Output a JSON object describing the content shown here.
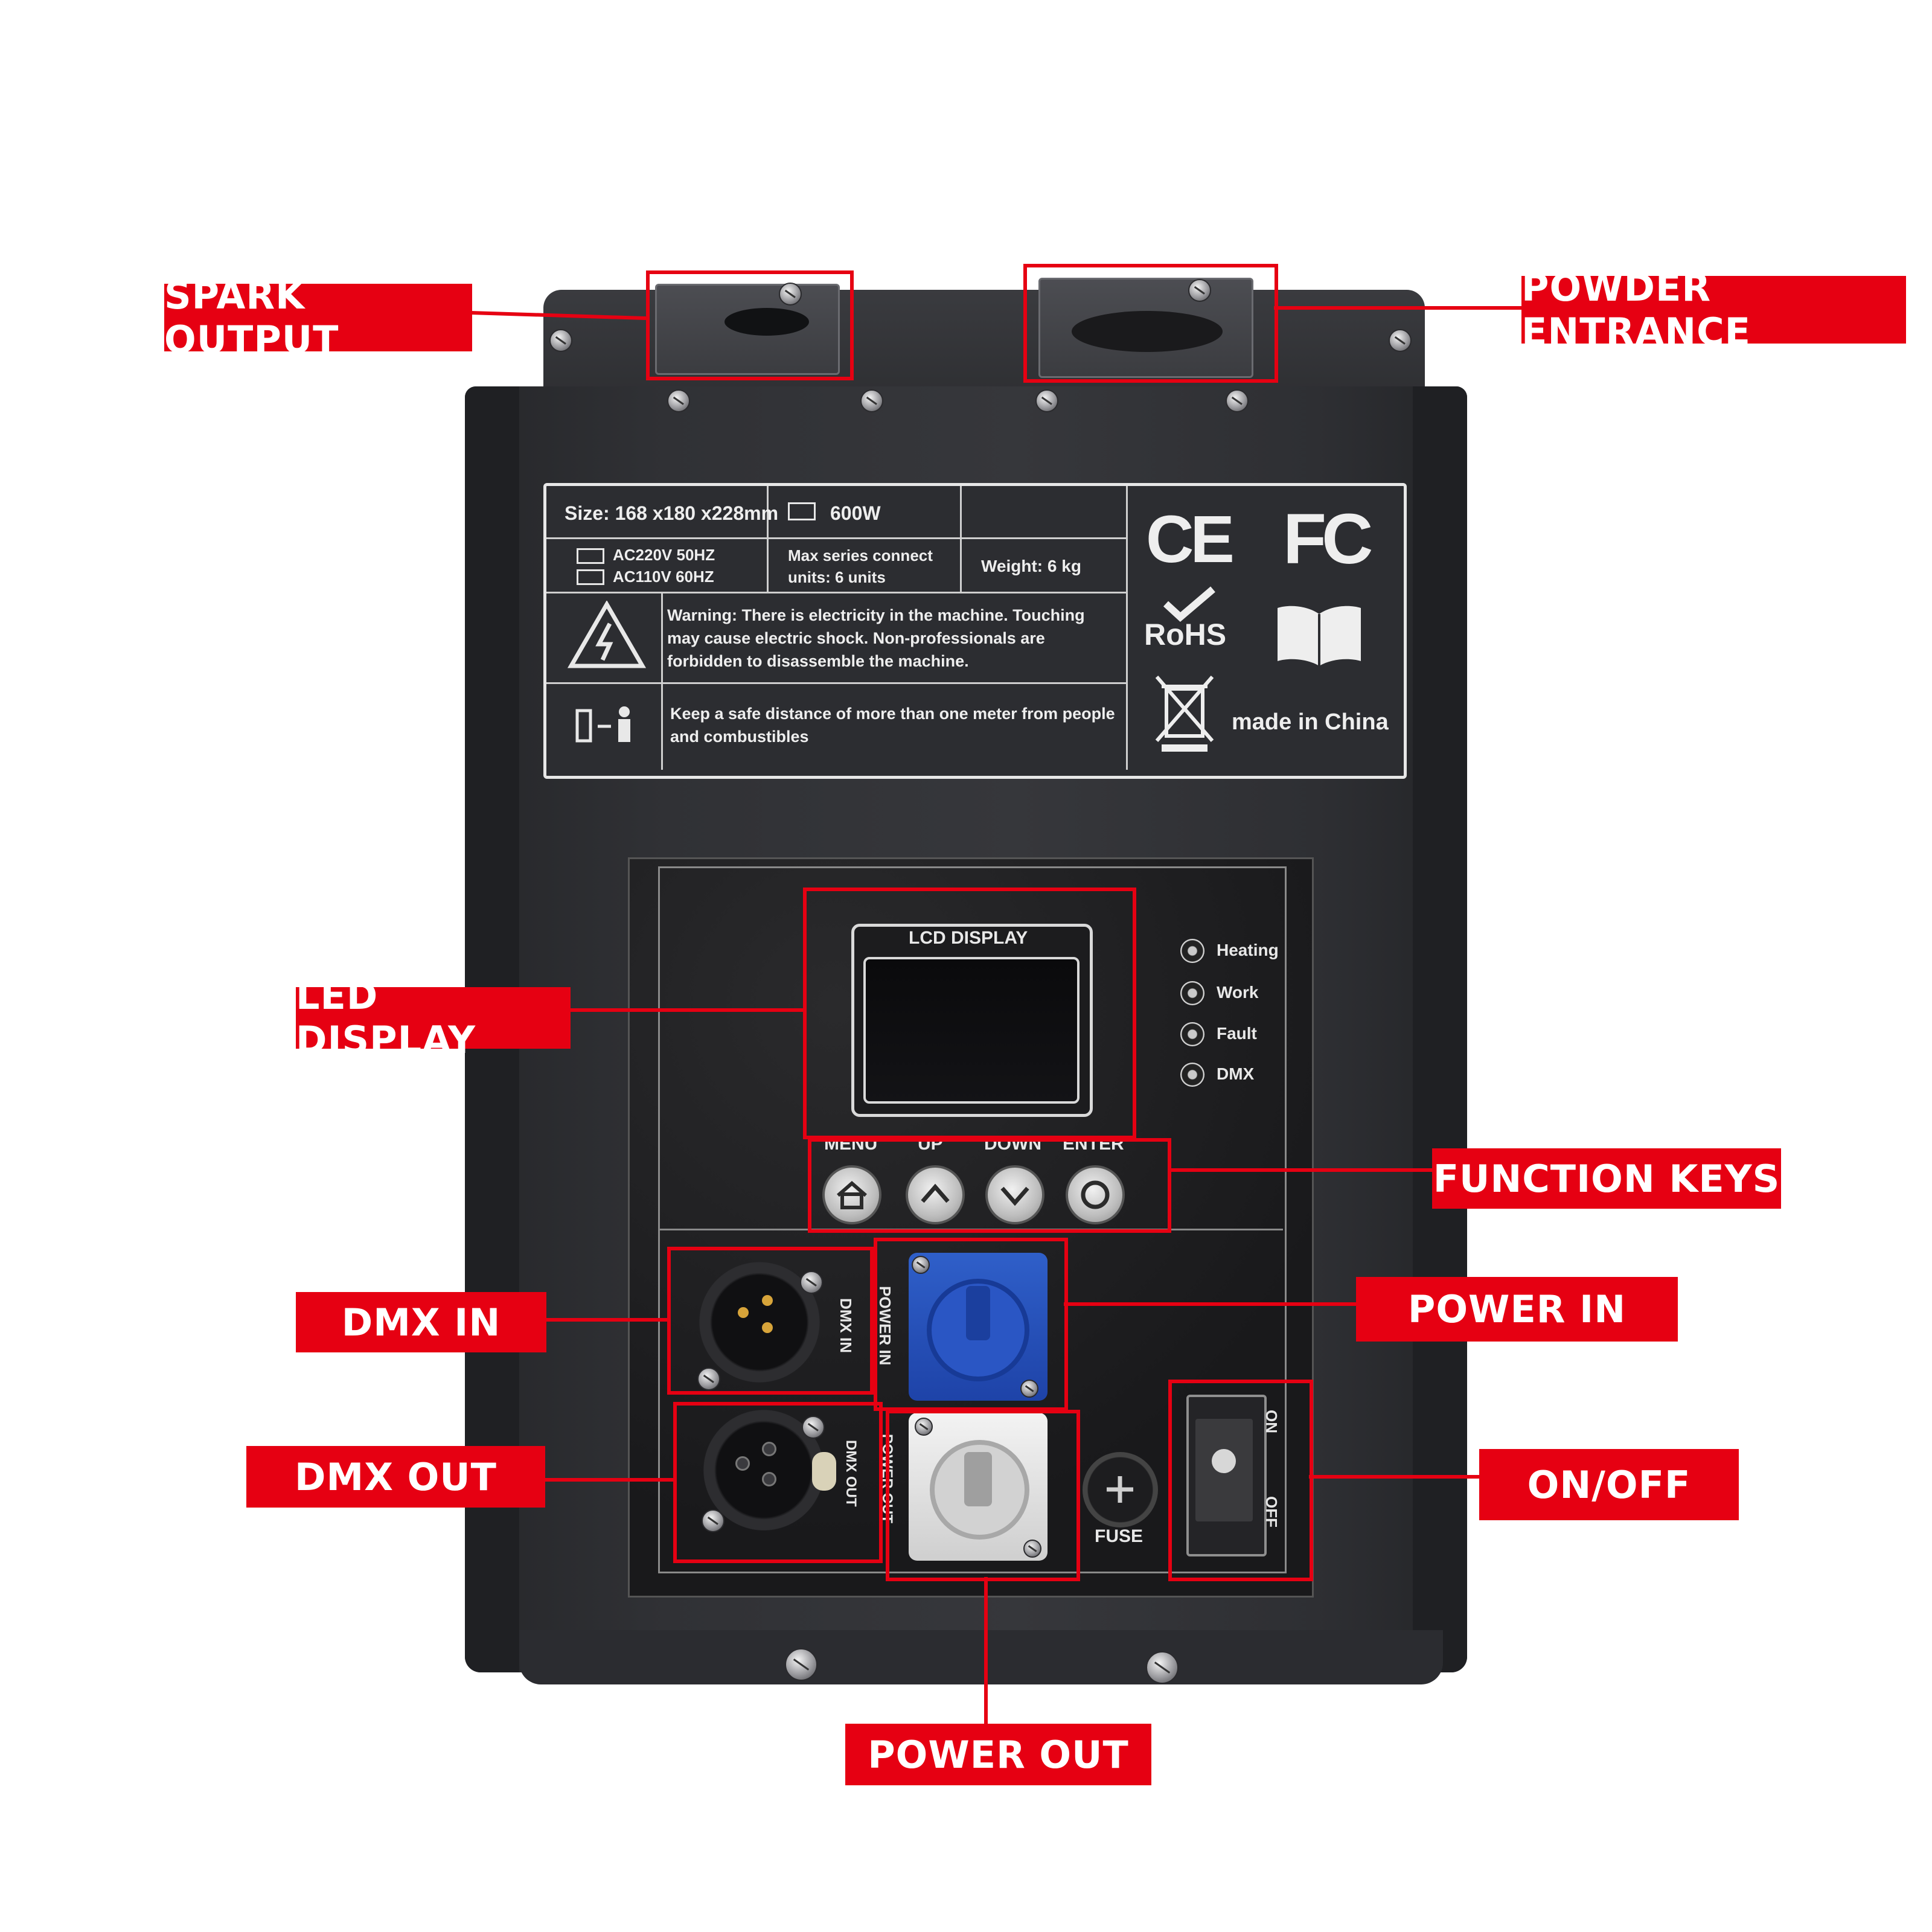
{
  "callouts": {
    "spark_output": "SPARK OUTPUT",
    "powder_entrance": "POWDER ENTRANCE",
    "led_display": "LED DISPLAY",
    "function_keys": "FUNCTION KEYS",
    "dmx_in": "DMX IN",
    "power_in": "POWER IN",
    "dmx_out": "DMX OUT",
    "on_off": "ON/OFF",
    "power_out": "POWER OUT"
  },
  "spec_label": {
    "size": "Size: 168 x180 x228mm",
    "power": "600W",
    "voltage_1": "AC220V 50HZ",
    "voltage_2": "AC110V 60HZ",
    "max_series": "Max series connect units: 6 units",
    "weight": "Weight: 6 kg",
    "warning": "Warning: There is electricity in the machine. Touching may cause electric shock. Non-professionals are forbidden to disassemble the machine.",
    "distance": "Keep a safe distance of more than one meter from people and combustibles",
    "ce_mark": "CE",
    "fc_mark": "FC",
    "rohs_mark": "RoHS",
    "origin": "made in China"
  },
  "panel": {
    "lcd_caption": "LCD DISPLAY",
    "indicators": [
      "Heating",
      "Work",
      "Fault",
      "DMX"
    ],
    "key_labels": [
      "MENU",
      "UP",
      "DOWN",
      "ENTER"
    ],
    "key_icons": [
      "home-icon",
      "chevron-up-icon",
      "chevron-down-icon",
      "circle-icon"
    ],
    "dmx_in_port": "DMX IN",
    "dmx_out_port": "DMX OUT",
    "power_in_port": "POWER IN",
    "power_out_port": "POWER OUT",
    "fuse": "FUSE",
    "switch_on": "ON",
    "switch_off": "OFF"
  },
  "colors": {
    "callout_red": "#e60012",
    "device_body": "#303135",
    "powercon_in": "#1e43a8",
    "powercon_out": "#e5e5e5"
  }
}
